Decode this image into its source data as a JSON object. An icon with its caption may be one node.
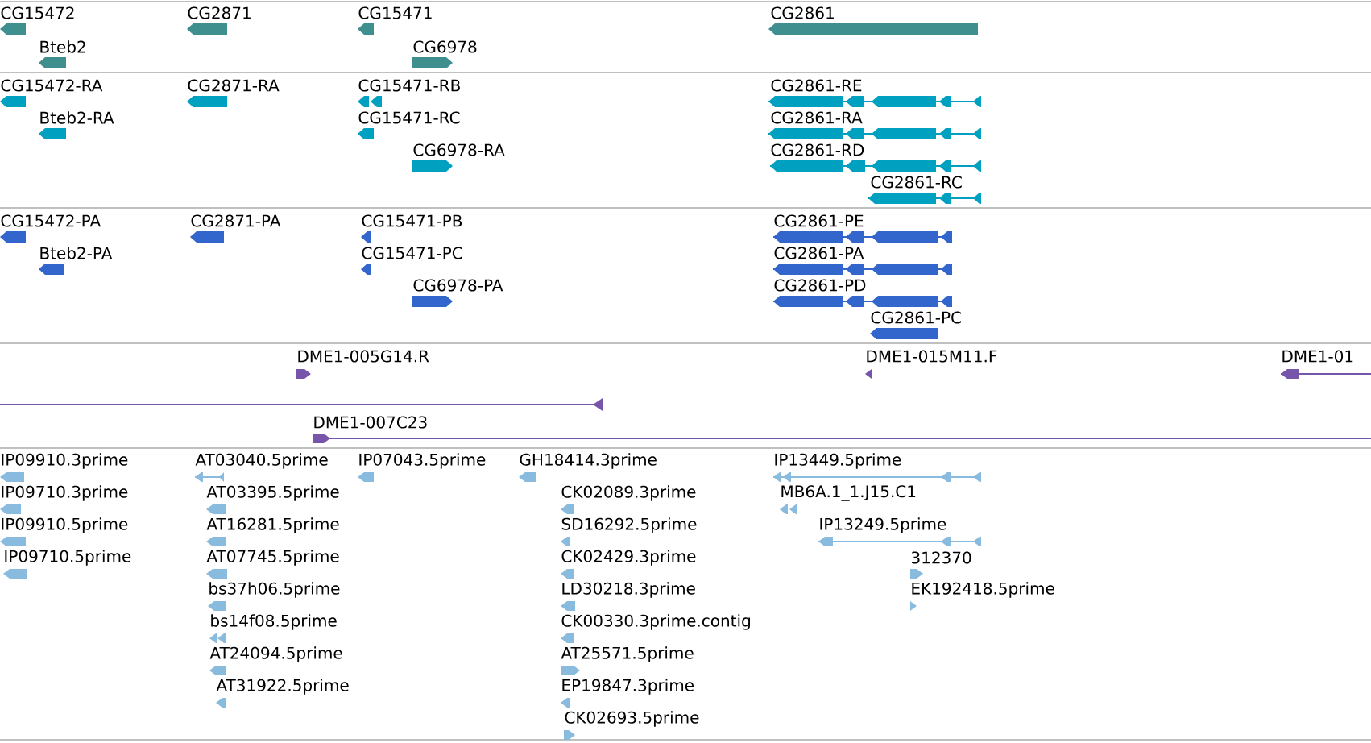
{
  "diagram": {
    "labels": [
      "CG15472",
      "Bteb2",
      "CG2871",
      "CG15471",
      "CG6978",
      "CG2861",
      "CG15472-RA",
      "Bteb2-RA",
      "CG2871-RA",
      "CG15471-RB",
      "CG15471-RC",
      "CG6978-RA",
      "CG2861-RE",
      "CG2861-RA",
      "CG2861-RD",
      "CG2861-RC",
      "CG15472-PA",
      "Bteb2-PA",
      "CG2871-PA",
      "CG15471-PB",
      "CG15471-PC",
      "CG6978-PA",
      "CG2861-PE",
      "CG2861-PA",
      "CG2861-PD",
      "CG2861-PC",
      "DME1-005G14.R",
      "DME1-015M11.F",
      "DME1-01",
      "DME1-007C23",
      "IP09910.3prime",
      "AT03040.5prime",
      "IP07043.5prime",
      "GH18414.3prime",
      "IP13449.5prime",
      "IP09710.3prime",
      "AT03395.5prime",
      "CK02089.3prime",
      "MB6A.1_1.J15.C1",
      "IP09910.5prime",
      "AT16281.5prime",
      "SD16292.5prime",
      "IP13249.5prime",
      "IP09710.5prime",
      "AT07745.5prime",
      "CK02429.3prime",
      "312370",
      "bs37h06.5prime",
      "LD30218.3prime",
      "EK192418.5prime",
      "bs14f08.5prime",
      "CK00330.3prime.contig",
      "AT24094.5prime",
      "AT25571.5prime",
      "AT31922.5prime",
      "EP19847.3prime",
      "CK02693.5prime"
    ]
  }
}
